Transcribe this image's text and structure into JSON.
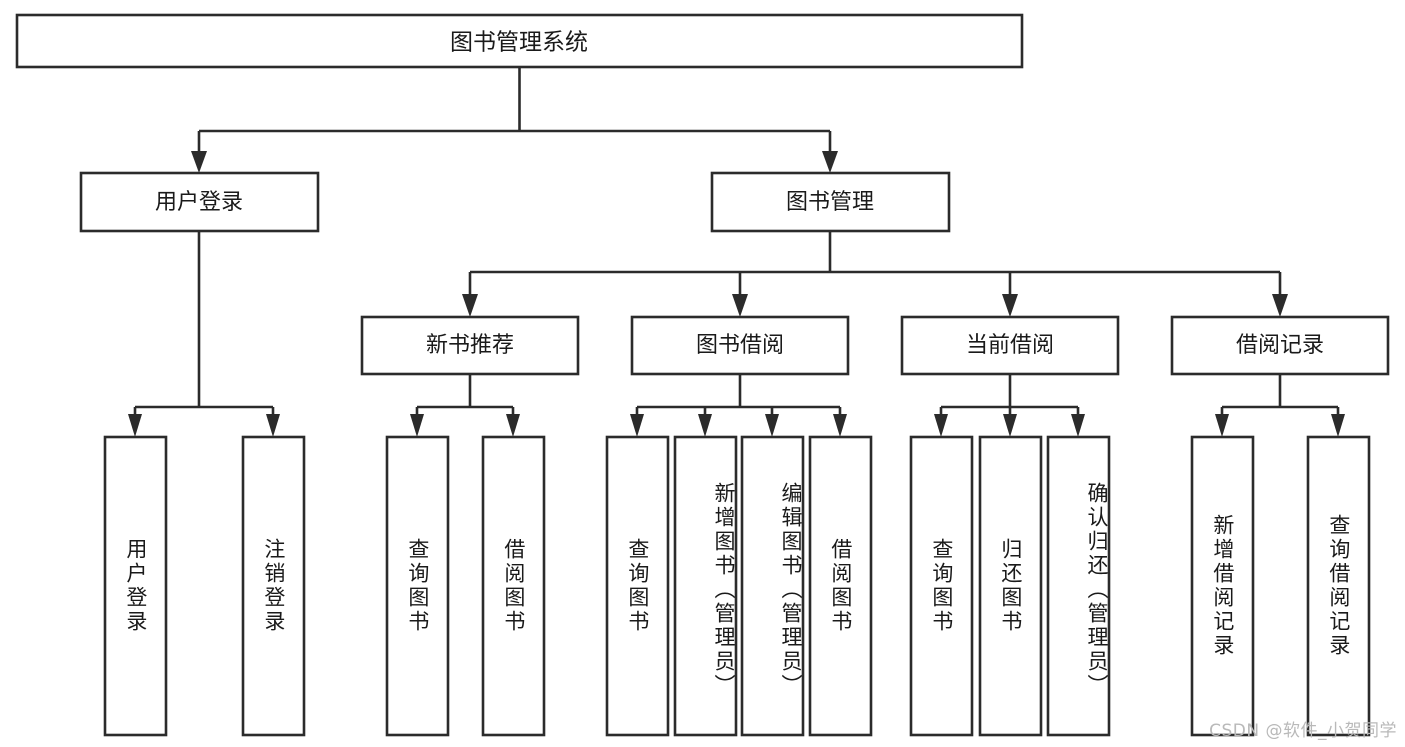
{
  "diagram": {
    "title": "图书管理系统",
    "type": "tree-structure-chart",
    "watermark": "CSDN @软件_小贺同学",
    "root": {
      "label": "图书管理系统"
    },
    "level2": [
      {
        "label": "用户登录"
      },
      {
        "label": "图书管理"
      }
    ],
    "level3": [
      {
        "label": "新书推荐"
      },
      {
        "label": "图书借阅"
      },
      {
        "label": "当前借阅"
      },
      {
        "label": "借阅记录"
      }
    ],
    "leaves": {
      "user_login": [
        {
          "label": "用户登录"
        },
        {
          "label": "注销登录"
        }
      ],
      "new_book_recommend": [
        {
          "label": "查询图书"
        },
        {
          "label": "借阅图书"
        }
      ],
      "book_borrow": [
        {
          "label": "查询图书"
        },
        {
          "label": "新增图书（管理员）"
        },
        {
          "label": "编辑图书（管理员）"
        },
        {
          "label": "借阅图书"
        }
      ],
      "current_borrow": [
        {
          "label": "查询图书"
        },
        {
          "label": "归还图书"
        },
        {
          "label": "确认归还（管理员）"
        }
      ],
      "borrow_record": [
        {
          "label": "新增借阅记录"
        },
        {
          "label": "查询借阅记录"
        }
      ]
    },
    "colors": {
      "stroke": "#2b2b2b",
      "fill": "#ffffff",
      "text": "#1a1a1a",
      "watermark": "#b9b9b9"
    }
  },
  "chart_data": {
    "type": "table",
    "title": "图书管理系统",
    "nodes": [
      {
        "id": "root",
        "label": "图书管理系统",
        "level": 0,
        "parent": null
      },
      {
        "id": "n1",
        "label": "用户登录",
        "level": 1,
        "parent": "root"
      },
      {
        "id": "n2",
        "label": "图书管理",
        "level": 1,
        "parent": "root"
      },
      {
        "id": "n1a",
        "label": "用户登录",
        "level": 2,
        "parent": "n1"
      },
      {
        "id": "n1b",
        "label": "注销登录",
        "level": 2,
        "parent": "n1"
      },
      {
        "id": "n21",
        "label": "新书推荐",
        "level": 2,
        "parent": "n2"
      },
      {
        "id": "n22",
        "label": "图书借阅",
        "level": 2,
        "parent": "n2"
      },
      {
        "id": "n23",
        "label": "当前借阅",
        "level": 2,
        "parent": "n2"
      },
      {
        "id": "n24",
        "label": "借阅记录",
        "level": 2,
        "parent": "n2"
      },
      {
        "id": "n21a",
        "label": "查询图书",
        "level": 3,
        "parent": "n21"
      },
      {
        "id": "n21b",
        "label": "借阅图书",
        "level": 3,
        "parent": "n21"
      },
      {
        "id": "n22a",
        "label": "查询图书",
        "level": 3,
        "parent": "n22"
      },
      {
        "id": "n22b",
        "label": "新增图书（管理员）",
        "level": 3,
        "parent": "n22"
      },
      {
        "id": "n22c",
        "label": "编辑图书（管理员）",
        "level": 3,
        "parent": "n22"
      },
      {
        "id": "n22d",
        "label": "借阅图书",
        "level": 3,
        "parent": "n22"
      },
      {
        "id": "n23a",
        "label": "查询图书",
        "level": 3,
        "parent": "n23"
      },
      {
        "id": "n23b",
        "label": "归还图书",
        "level": 3,
        "parent": "n23"
      },
      {
        "id": "n23c",
        "label": "确认归还（管理员）",
        "level": 3,
        "parent": "n23"
      },
      {
        "id": "n24a",
        "label": "新增借阅记录",
        "level": 3,
        "parent": "n24"
      },
      {
        "id": "n24b",
        "label": "查询借阅记录",
        "level": 3,
        "parent": "n24"
      }
    ]
  }
}
